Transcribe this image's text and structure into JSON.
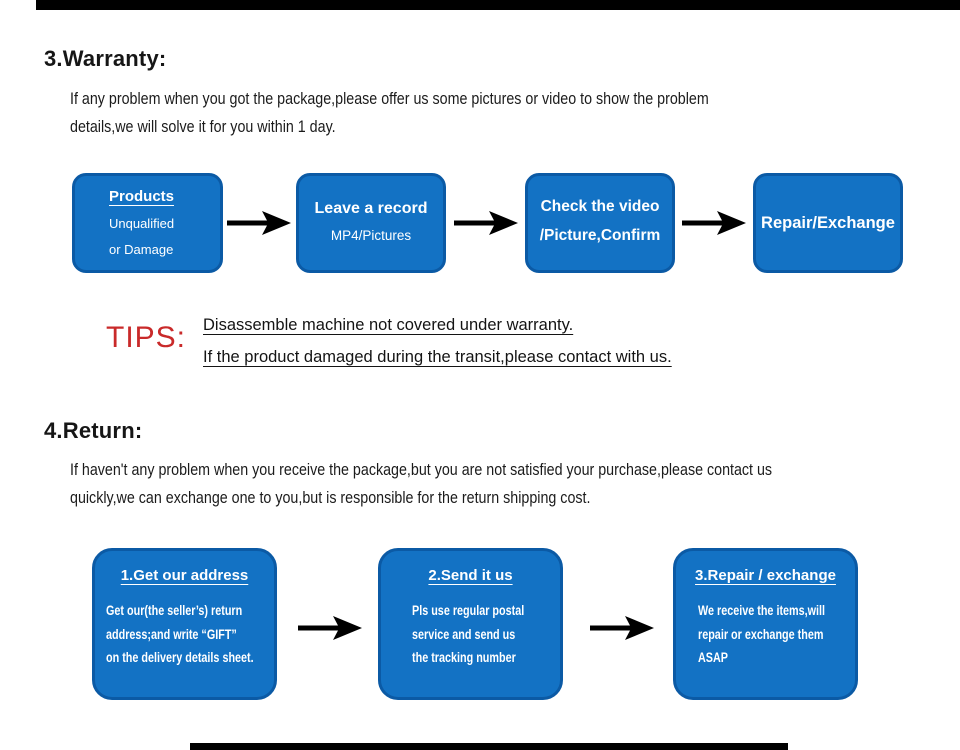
{
  "colors": {
    "box_blue": "#1372c4",
    "box_border": "#0b5aa5",
    "tips_red": "#c92a2a",
    "text_black": "#161616",
    "bar_black": "#000000"
  },
  "warranty": {
    "heading": "3.Warranty:",
    "paragraph_line1": "If any problem when you got the package,please offer us some pictures or video to show the problem",
    "paragraph_line2": "details,we will solve it for you within 1 day.",
    "flow": [
      {
        "title": "Products",
        "lines": [
          "Unqualified",
          "or Damage"
        ]
      },
      {
        "title": "Leave a record",
        "lines": [
          "MP4/Pictures"
        ]
      },
      {
        "title": "Check the video",
        "lines": [
          "/Picture,Confirm"
        ]
      },
      {
        "title": "Repair/Exchange",
        "lines": []
      }
    ],
    "tips_label": "TIPS:",
    "tips_line1": "Disassemble machine not covered under warranty.",
    "tips_line2": "If the product damaged during the transit,please contact with us."
  },
  "return_section": {
    "heading": "4.Return:",
    "paragraph_line1": "If haven't any problem when you receive the package,but you are not satisfied your purchase,please contact us",
    "paragraph_line2": "quickly,we can exchange one to you,but is responsible for the return shipping cost.",
    "flow": [
      {
        "title": "1.Get our address",
        "lines": [
          "Get our(the seller’s) return",
          "address;and write “GIFT”",
          "on the delivery details sheet."
        ]
      },
      {
        "title": "2.Send it us",
        "lines": [
          "Pls use regular postal",
          "service and send us",
          "the tracking number"
        ]
      },
      {
        "title": "3.Repair / exchange",
        "lines": [
          "We receive the items,will",
          "repair or exchange them",
          "ASAP"
        ]
      }
    ]
  }
}
